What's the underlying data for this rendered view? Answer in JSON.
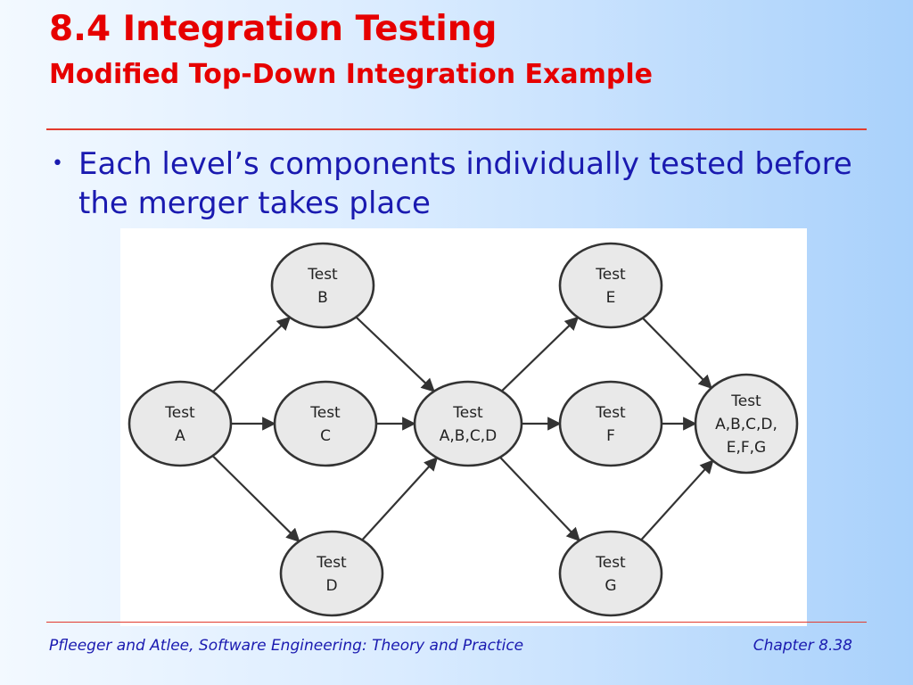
{
  "slide": {
    "title": "8.4 Integration Testing",
    "subtitle": "Modified Top-Down Integration Example",
    "bullet": "Each level’s components individually tested before the merger takes place",
    "footer_left": "Pfleeger and Atlee, Software Engineering: Theory and Practice",
    "footer_right": "Chapter 8.38"
  },
  "diagram": {
    "nodes": [
      {
        "id": "A",
        "lines": [
          "Test",
          "A"
        ]
      },
      {
        "id": "B",
        "lines": [
          "Test",
          "B"
        ]
      },
      {
        "id": "C",
        "lines": [
          "Test",
          "C"
        ]
      },
      {
        "id": "D",
        "lines": [
          "Test",
          "D"
        ]
      },
      {
        "id": "ABCD",
        "lines": [
          "Test",
          "A,B,C,D"
        ]
      },
      {
        "id": "E",
        "lines": [
          "Test",
          "E"
        ]
      },
      {
        "id": "F",
        "lines": [
          "Test",
          "F"
        ]
      },
      {
        "id": "G",
        "lines": [
          "Test",
          "G"
        ]
      },
      {
        "id": "ALL",
        "lines": [
          "Test",
          "A,B,C,D,",
          "E,F,G"
        ]
      }
    ],
    "edges": [
      [
        "A",
        "B"
      ],
      [
        "A",
        "C"
      ],
      [
        "A",
        "D"
      ],
      [
        "B",
        "ABCD"
      ],
      [
        "C",
        "ABCD"
      ],
      [
        "D",
        "ABCD"
      ],
      [
        "ABCD",
        "E"
      ],
      [
        "ABCD",
        "F"
      ],
      [
        "ABCD",
        "G"
      ],
      [
        "E",
        "ALL"
      ],
      [
        "F",
        "ALL"
      ],
      [
        "G",
        "ALL"
      ]
    ]
  }
}
